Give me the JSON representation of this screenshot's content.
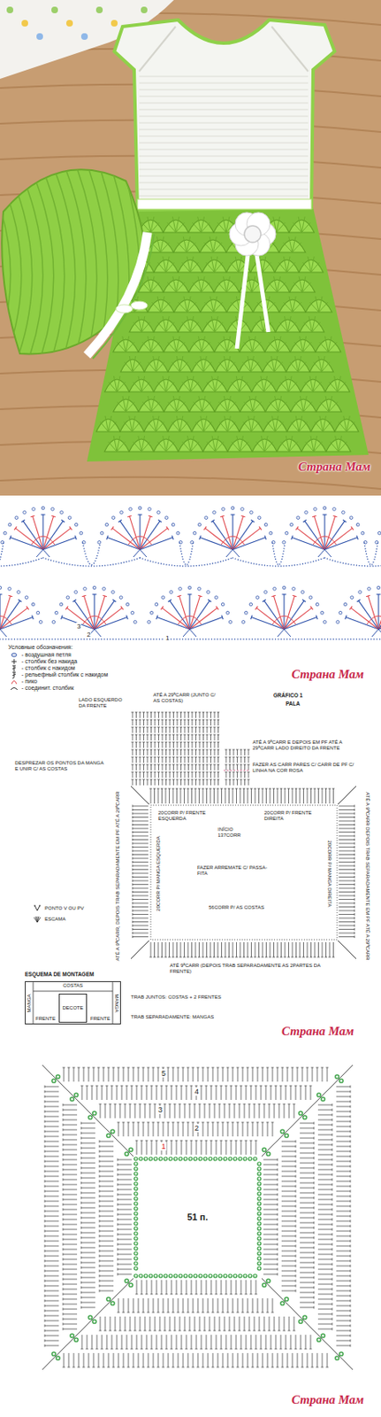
{
  "diagram": {
    "nodes": [
      {
        "text": [
          "COSTAS",
          "MANGA",
          "MANGA",
          "FRENTE",
          "FRENTE"
        ]
      },
      {
        "text": [
          "DECOTE"
        ],
        "in": 0
      },
      {
        "text": [
          "51 п."
        ]
      }
    ],
    "labels": [
      "Страна Мам",
      "3",
      "2",
      "1",
      "Условные обозначения:",
      "Страна Мам",
      "GRÁFICO 1",
      "PALA",
      "LADO ESQUERDO DA FRENTE",
      "ATÉ A 29ªCARR (JUNTO C/ AS COSTAS)",
      "DESPREZAR OS PONTOS DA MANGA E UNIR C/ AS COSTAS",
      "ATÉ A 9ªCARR E DEPOIS EM PF ATÉ A 29ªCARR LADO DIREITO DA FRENTE",
      "FAZER AS CARR PARES C/ CARR DE PF C/ LINHA NA COR ROSA",
      "20CORR P/ FRENTE ESQUERDA",
      "INÍCIO 137CORR",
      "20CORR P/ FRENTE DIREITA",
      "20CORR P/ MANGA ESQUERDA",
      "20CORR P/ MANGA DIREITA",
      "FAZER ARREMATE C/ PASSA-FITA",
      "56CORR P/ AS COSTAS",
      "ATÉ A 9ªCARR, DEPOIS TRAB SEPARADAMENTE EM PF ATÉ A 29ªCARR",
      "ATÉ A 9ªCARR DEPOIS TRAB SEPARADAMENTE EM PF ATÉ A 29ªCARR",
      "ATÉ 9ªCARR (DEPOIS TRAB SEPARADAMENTE AS 2PARTES DA FRENTE)",
      "ESQUEMA DE MONTAGEM",
      "TRAB JUNTOS: COSTAS + 2 FRENTES",
      "TRAB SEPARADAMENTE: MANGAS",
      "Страна Мам",
      "5",
      "4",
      "3",
      "2",
      "1",
      "Страна Мам"
    ],
    "legend": [
      {
        "text": "- воздушная петля"
      },
      {
        "text": "- столбик без накида"
      },
      {
        "text": "- столбик с накидом"
      },
      {
        "text": "- рельефный столбик с накидом"
      },
      {
        "text": "- пико"
      },
      {
        "text": "- соединит. столбик"
      },
      {
        "text": "PONTO V OU PV"
      },
      {
        "text": "ESCAMA"
      }
    ]
  }
}
